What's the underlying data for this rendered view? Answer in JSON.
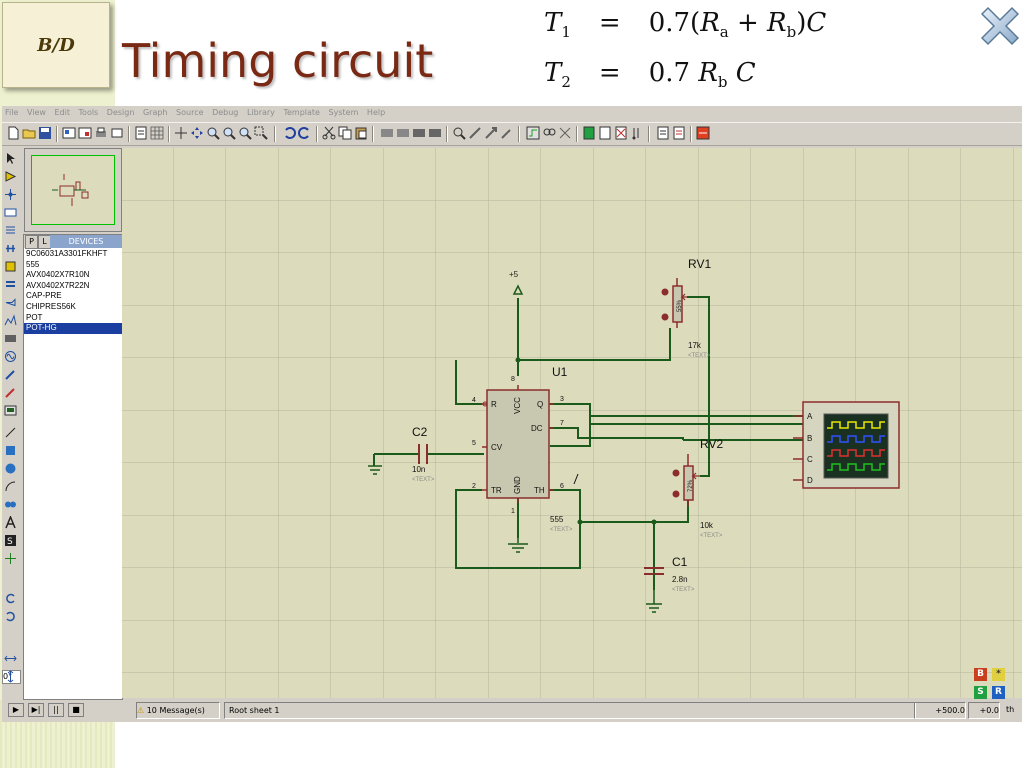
{
  "slide": {
    "logo_text": "B/D",
    "title": "Timing circuit",
    "equations": [
      {
        "lhs": "T",
        "lhs_sub": "1",
        "rhs": "0.7(Ra + Rb)C"
      },
      {
        "lhs": "T",
        "lhs_sub": "2",
        "rhs": "0.7 Rb C"
      }
    ],
    "close_icon": "close-x-icon"
  },
  "menu": [
    "File",
    "View",
    "Edit",
    "Tools",
    "Design",
    "Graph",
    "Source",
    "Debug",
    "Library",
    "Template",
    "System",
    "Help"
  ],
  "device_panel": {
    "tab_p": "P",
    "tab_l": "L",
    "header": "DEVICES",
    "items": [
      "9C06031A3301FKHFT",
      "555",
      "AVX0402X7R10N",
      "AVX0402X7R22N",
      "CAP-PRE",
      "CHIPRES56K",
      "POT",
      "POT-HG"
    ],
    "selected_index": 7
  },
  "left_tools": {
    "angle_value": "0°"
  },
  "schematic": {
    "supply_label": "+5",
    "u1": {
      "ref": "U1",
      "value": "555",
      "text": "<TEXT>",
      "pins": {
        "r": "R",
        "vcc": "VCC",
        "q": "Q",
        "dc": "DC",
        "cv": "CV",
        "tr": "TR",
        "gnd": "GND",
        "th": "TH"
      },
      "pin_numbers": {
        "p8": "8",
        "p4": "4",
        "p3": "3",
        "p7": "7",
        "p5": "5",
        "p2": "2",
        "p1": "1",
        "p6": "6"
      }
    },
    "rv1": {
      "ref": "RV1",
      "value": "17k",
      "text": "<TEXT>",
      "body": "55%"
    },
    "rv2": {
      "ref": "RV2",
      "value": "10k",
      "text": "<TEXT>",
      "body": "72%"
    },
    "c1": {
      "ref": "C1",
      "value": "2.8n",
      "text": "<TEXT>"
    },
    "c2": {
      "ref": "C2",
      "value": "10n",
      "text": "<TEXT>"
    },
    "scope": {
      "channels": [
        "A",
        "B",
        "C",
        "D"
      ],
      "trace_colors": [
        "#e8e800",
        "#3050ff",
        "#e03030",
        "#20c020"
      ]
    }
  },
  "statusbar": {
    "messages": "10 Message(s)",
    "sheet": "Root sheet 1",
    "coord_x": "+500.0",
    "coord_y": "+0.0",
    "unit": "th"
  },
  "corner_buttons": [
    "B",
    "*",
    "S",
    "R"
  ],
  "colors": {
    "title": "#7a2a14",
    "wire": "#1a5a1a",
    "component": "#8b2d2d",
    "grid_bg": "#dcdcbc"
  }
}
